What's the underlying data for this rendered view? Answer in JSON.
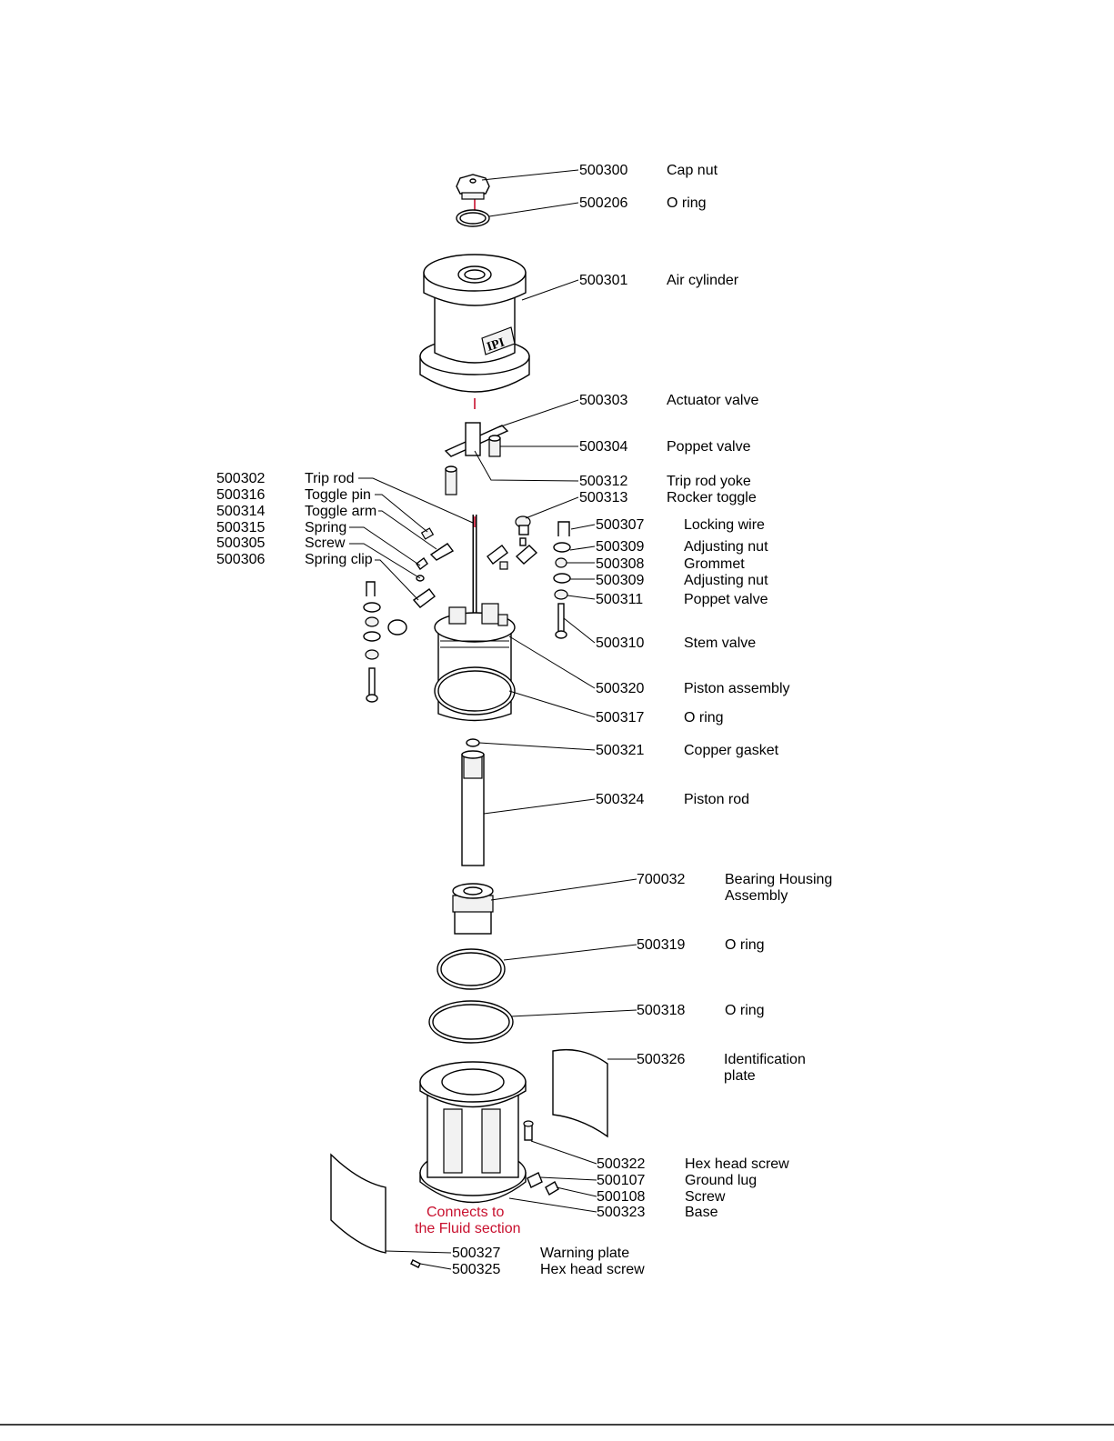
{
  "parts": [
    {
      "id": "cap-nut",
      "number": "500300",
      "name": "Cap nut"
    },
    {
      "id": "o-ring-top",
      "number": "500206",
      "name": "O ring"
    },
    {
      "id": "air-cylinder",
      "number": "500301",
      "name": "Air cylinder"
    },
    {
      "id": "actuator-valve",
      "number": "500303",
      "name": "Actuator valve"
    },
    {
      "id": "poppet-valve-upper",
      "number": "500304",
      "name": "Poppet valve"
    },
    {
      "id": "trip-rod-yoke",
      "number": "500312",
      "name": "Trip rod yoke"
    },
    {
      "id": "rocker-toggle",
      "number": "500313",
      "name": "Rocker toggle"
    },
    {
      "id": "locking-wire",
      "number": "500307",
      "name": "Locking wire"
    },
    {
      "id": "adjusting-nut-1",
      "number": "500309",
      "name": "Adjusting nut"
    },
    {
      "id": "grommet",
      "number": "500308",
      "name": "Grommet"
    },
    {
      "id": "adjusting-nut-2",
      "number": "500309",
      "name": "Adjusting nut"
    },
    {
      "id": "poppet-valve-lower",
      "number": "500311",
      "name": "Poppet valve"
    },
    {
      "id": "stem-valve",
      "number": "500310",
      "name": "Stem valve"
    },
    {
      "id": "piston-assembly",
      "number": "500320",
      "name": "Piston assembly"
    },
    {
      "id": "o-ring-piston",
      "number": "500317",
      "name": "O ring"
    },
    {
      "id": "copper-gasket",
      "number": "500321",
      "name": "Copper gasket"
    },
    {
      "id": "piston-rod",
      "number": "500324",
      "name": "Piston rod"
    },
    {
      "id": "bearing-housing",
      "number": "700032",
      "name": "Bearing Housing",
      "name2": "Assembly"
    },
    {
      "id": "o-ring-319",
      "number": "500319",
      "name": "O ring"
    },
    {
      "id": "o-ring-318",
      "number": "500318",
      "name": "O ring"
    },
    {
      "id": "identification-plate",
      "number": "500326",
      "name": "Identification",
      "name2": "plate"
    },
    {
      "id": "hex-head-screw-322",
      "number": "500322",
      "name": "Hex head screw"
    },
    {
      "id": "ground-lug",
      "number": "500107",
      "name": "Ground lug"
    },
    {
      "id": "screw-108",
      "number": "500108",
      "name": "Screw"
    },
    {
      "id": "base",
      "number": "500323",
      "name": "Base"
    },
    {
      "id": "warning-plate",
      "number": "500327",
      "name": "Warning plate"
    },
    {
      "id": "hex-head-screw-325",
      "number": "500325",
      "name": "Hex head screw"
    }
  ],
  "left_parts": [
    {
      "id": "trip-rod",
      "number": "500302",
      "name": "Trip rod"
    },
    {
      "id": "toggle-pin",
      "number": "500316",
      "name": "Toggle pin"
    },
    {
      "id": "toggle-arm",
      "number": "500314",
      "name": "Toggle arm"
    },
    {
      "id": "spring",
      "number": "500315",
      "name": "Spring"
    },
    {
      "id": "screw-305",
      "number": "500305",
      "name": "Screw"
    },
    {
      "id": "spring-clip",
      "number": "500306",
      "name": "Spring clip"
    }
  ],
  "callout": {
    "line1": "Connects to",
    "line2": "the Fluid section"
  },
  "colors": {
    "line": "#000000",
    "accent": "#c8102e",
    "background": "#ffffff"
  }
}
